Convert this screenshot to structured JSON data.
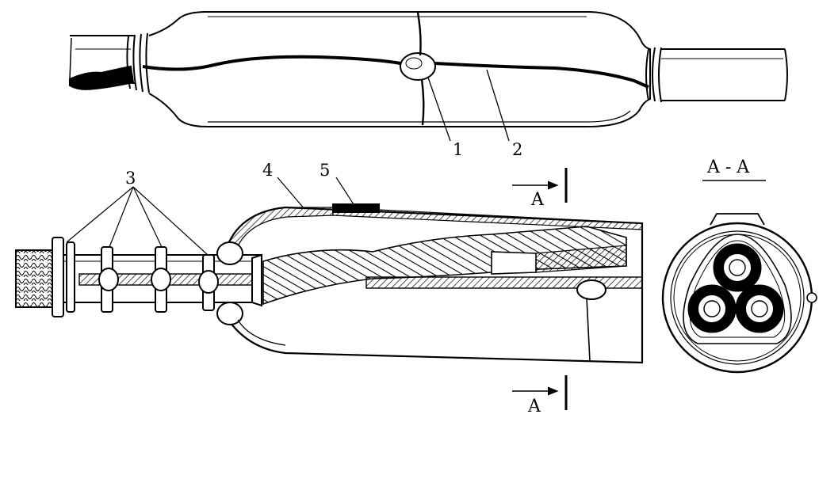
{
  "figure": {
    "callouts": [
      "1",
      "2",
      "3",
      "4",
      "5"
    ],
    "section_marker": "A",
    "section_title": "A - A"
  },
  "colors": {
    "ink": "#000000",
    "paper": "#ffffff"
  }
}
